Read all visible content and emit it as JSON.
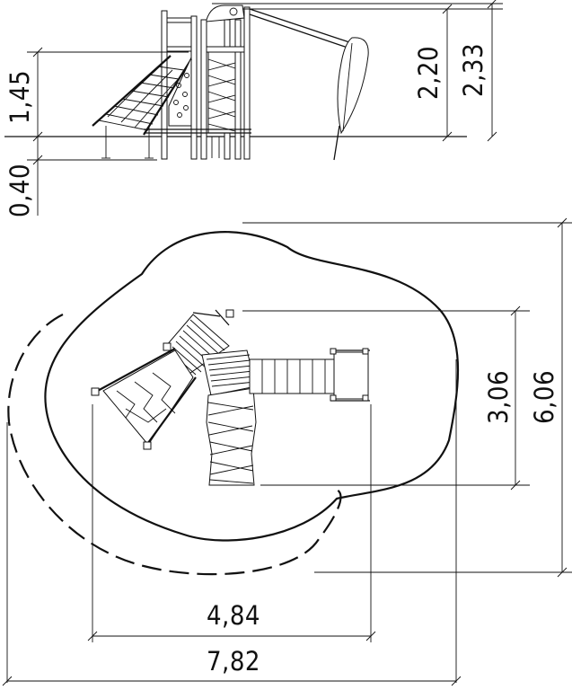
{
  "dimensions": {
    "ground_depth": "0,40",
    "platform_height": "1,45",
    "slide_height": "2,20",
    "total_height": "2,33",
    "frame_width": "4,84",
    "total_width": "7,82",
    "frame_depth": "3,06",
    "total_depth": "6,06"
  },
  "colors": {
    "line": "#111111",
    "background": "#ffffff"
  }
}
